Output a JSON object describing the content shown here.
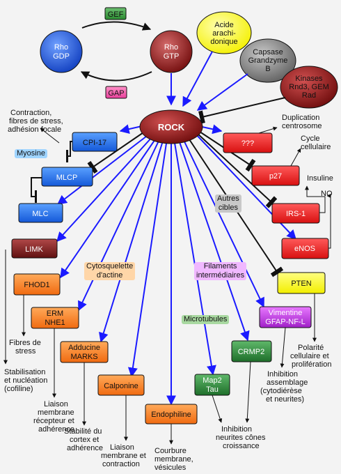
{
  "nodes": {
    "gef": "GEF",
    "gap": "GAP",
    "rho_gdp": [
      "Rho",
      "GDP"
    ],
    "rho_gtp": [
      "Rho",
      "GTP"
    ],
    "acide": [
      "Acide",
      "arachi-",
      "donique"
    ],
    "capsase": [
      "Capsase",
      "Grandzyme",
      "B"
    ],
    "kinases": [
      "Kinases",
      "Rnd3, GEM",
      "Rad"
    ],
    "rock": "ROCK",
    "cpi17": "CPI-17",
    "qqq": "???",
    "mlcp": "MLCP",
    "p27": "p27",
    "mlc": "MLC",
    "irs1": "IRS-1",
    "limk": "LIMK",
    "enos": "eNOS",
    "fhod1": "FHOD1",
    "pten": "PTEN",
    "erm": [
      "ERM",
      "NHE1"
    ],
    "vimentine": [
      "Vimentine",
      "GFAP-NF-L"
    ],
    "adducine": [
      "Adducine",
      "MARKS"
    ],
    "crmp2": "CRMP2",
    "calponine": "Calponine",
    "map2": [
      "Map2",
      "Tau"
    ],
    "endophiline": "Endophiline"
  },
  "tags": {
    "myosine": "Myosine",
    "autres_cibles": [
      "Autres",
      "cibles"
    ],
    "cytosquelette": [
      "Cytosquelette",
      "d'actine"
    ],
    "filaments": [
      "Filaments",
      "intermédiaires"
    ],
    "microtubules": "Microtubules"
  },
  "texts": {
    "contraction": [
      "Contraction,",
      "fibres de stress,",
      "adhésion focale"
    ],
    "duplication": [
      "Duplication",
      "centrosome"
    ],
    "cycle": [
      "Cycle",
      "cellulaire"
    ],
    "insuline": "Insuline",
    "no": "NO",
    "fibres": [
      "Fibres de",
      "stress"
    ],
    "stabilisation": [
      "Stabilisation",
      "et nucléation",
      "(cofiline)"
    ],
    "liaison_recepteur": [
      "Liaison",
      "membrane",
      "récepteur et",
      "adhérence"
    ],
    "stabilite": [
      "Stabilité du",
      "cortex et",
      "adhérence"
    ],
    "liaison_contraction": [
      "Liaison",
      "membrane et",
      "contraction"
    ],
    "courbure": [
      "Courbure",
      "membrane,",
      "vésicules"
    ],
    "inhibition_neurites": [
      "Inhibition",
      "neurites cônes",
      "croissance"
    ],
    "inhibition_assemblage": [
      "Inhibition",
      "assemblage",
      "(cytodiérèse",
      "et neurites)"
    ],
    "polarite": [
      "Polarité",
      "cellulaire et",
      "prolifération"
    ]
  },
  "colors": {
    "blue_node": "#1f6fe8",
    "red_node": "#e81c1c",
    "orange_node": "#ff7f1c",
    "green_node": "#2f8a3a",
    "dark_red": "#7a1e1e",
    "violet": "#c040e0",
    "yellow": "#ffff1a",
    "arrow_blue": "#1a1aff"
  }
}
